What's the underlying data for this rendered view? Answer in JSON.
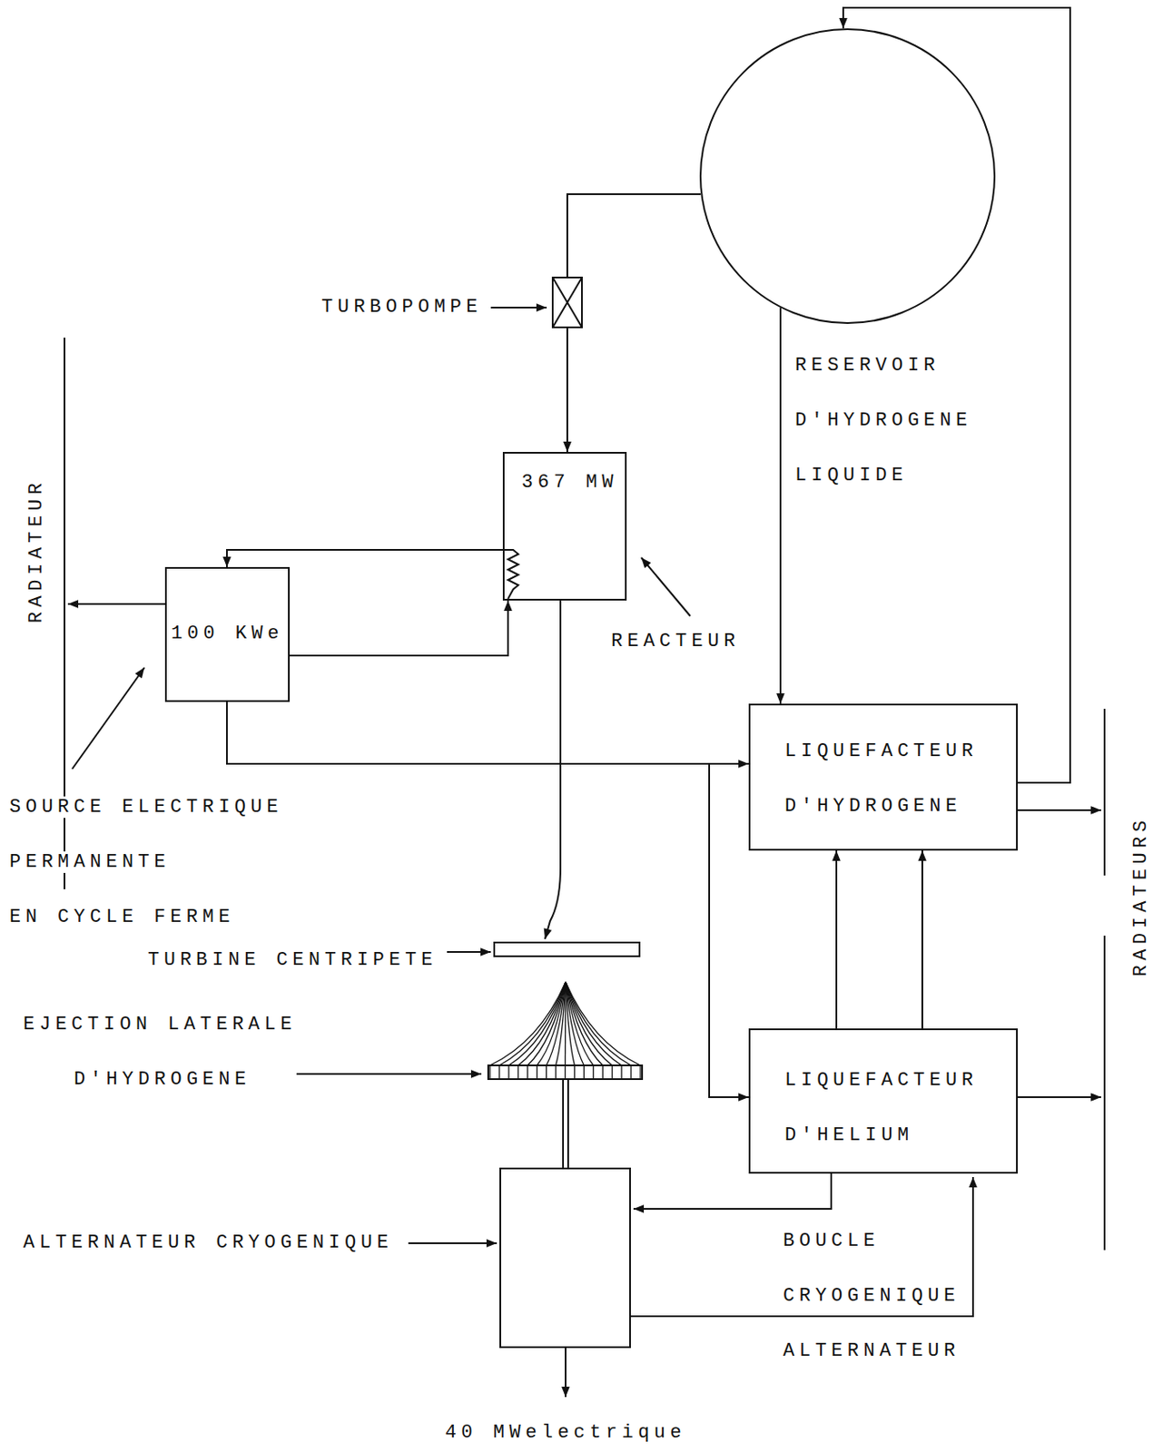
{
  "diagram": {
    "nodes": [
      {
        "text": [
          "RESERVOIR D'HYDROGENE LIQUIDE"
        ]
      },
      {
        "text": [
          "367 MW"
        ]
      },
      {
        "text": [
          "100 KWe"
        ]
      },
      {
        "text": [
          "LIQUEFACTEUR D'HYDROGENE"
        ]
      },
      {
        "text": [
          "LIQUEFACTEUR D'HELIUM"
        ]
      }
    ],
    "edges": [
      {
        "from": 0,
        "to": 1,
        "arrow": "to"
      },
      {
        "from": 1,
        "to": 2,
        "arrow": "to"
      },
      {
        "from": 2,
        "to": 1,
        "arrow": "to"
      },
      {
        "from": 2,
        "to": 3,
        "arrow": "to"
      },
      {
        "from": 2,
        "to": 4,
        "arrow": "to"
      },
      {
        "from": 0,
        "to": 3,
        "arrow": "to"
      },
      {
        "from": 3,
        "to": 0,
        "arrow": "to"
      },
      {
        "from": 4,
        "to": 3,
        "arrow": "to"
      },
      {
        "from": 4,
        "to": 3,
        "arrow": "to"
      }
    ],
    "labels": [
      "TURBOPOMPE",
      "REACTEUR",
      "SOURCE ELECTRIQUE PERMANENTE EN CYCLE FERME",
      "RADIATEUR",
      "RADIATEURS",
      "TURBINE CENTRIPETE",
      "EJECTION LATERALE D'HYDROGENE",
      "ALTERNATEUR CRYOGENIQUE",
      "BOUCLE CRYOGENIQUE ALTERNATEUR",
      "40 MWelectrique"
    ]
  }
}
